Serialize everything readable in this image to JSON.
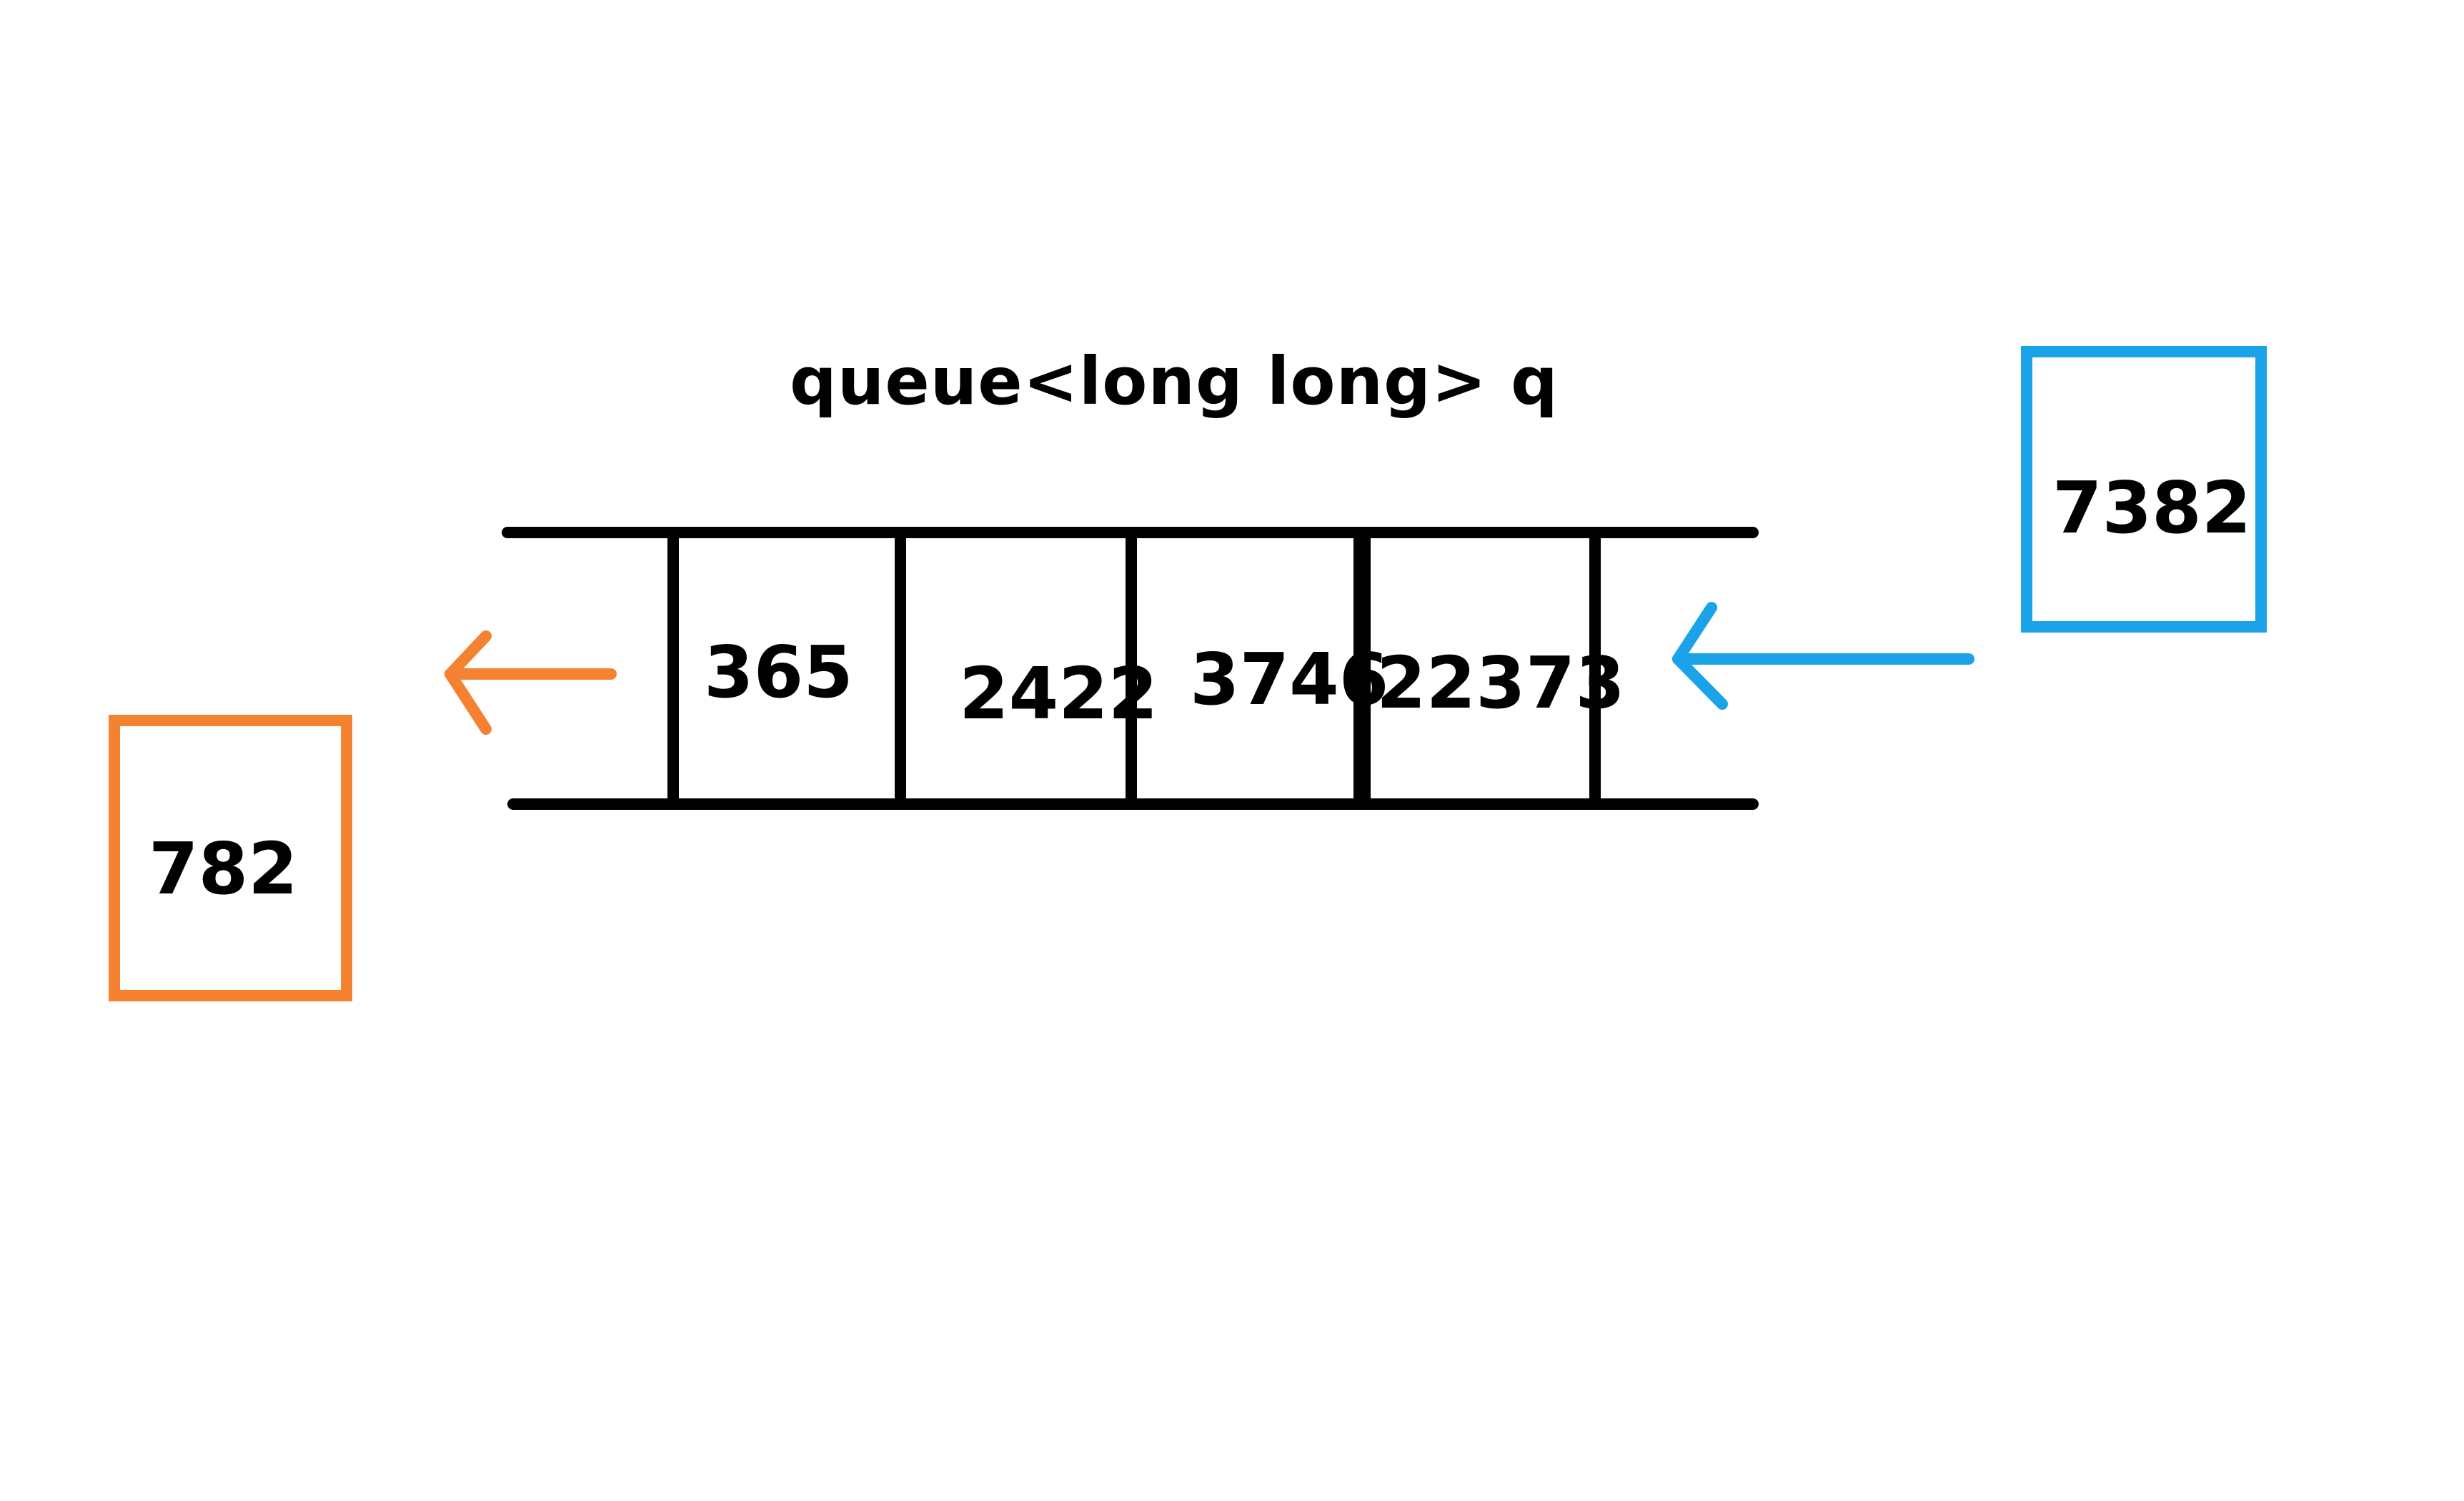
{
  "title": "queue<long long> q",
  "queue_cells": [
    "365",
    "2422",
    "3746",
    "22373"
  ],
  "dequeued": {
    "value": "782",
    "color": "#f58231"
  },
  "enqueued": {
    "value": "7382",
    "color": "#1aa3e8"
  },
  "structure_color": "#000000"
}
